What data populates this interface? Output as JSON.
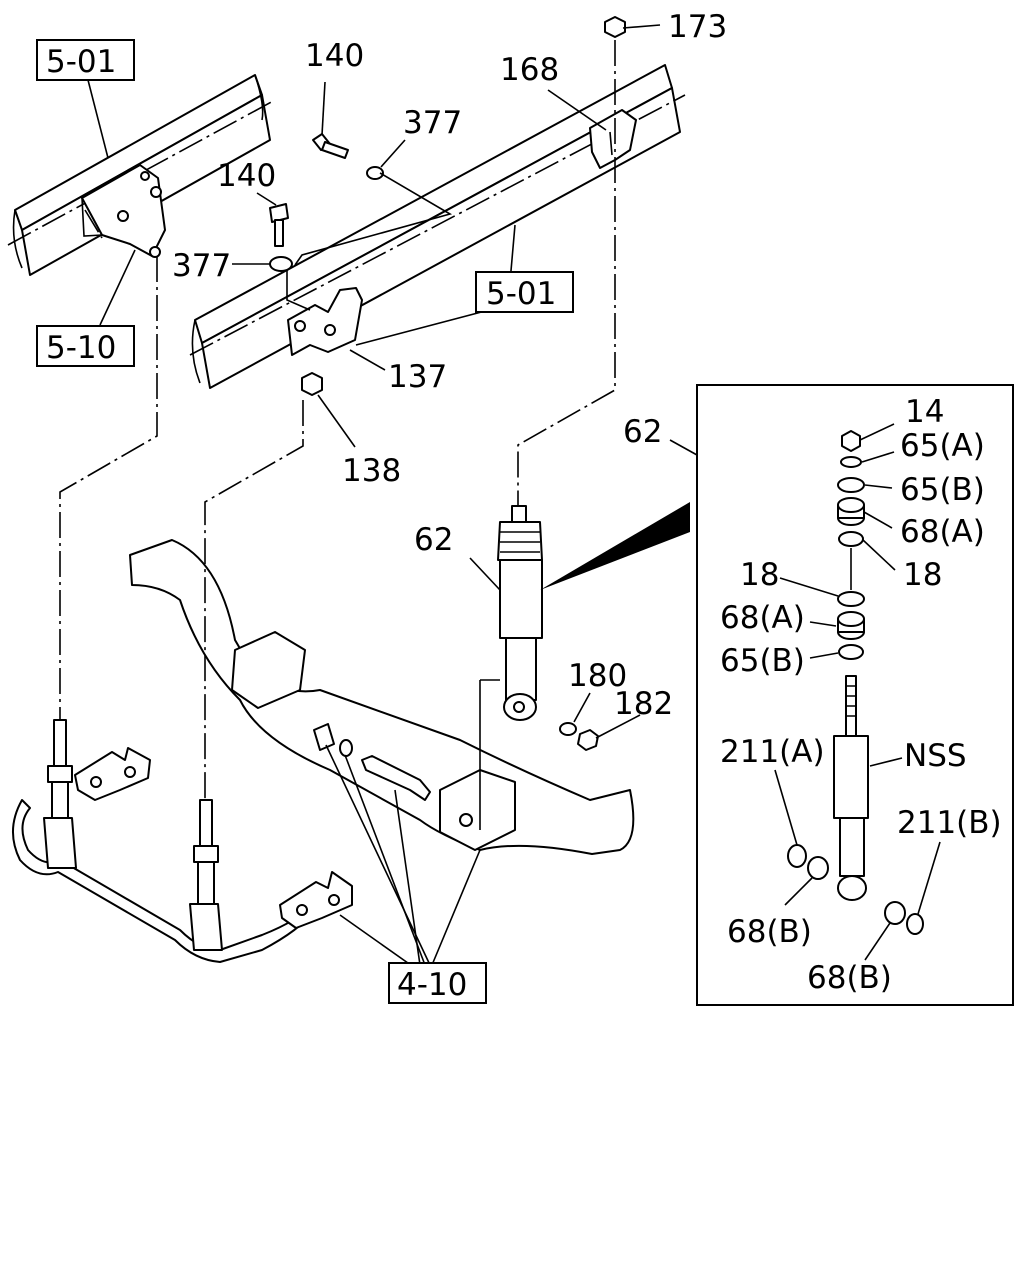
{
  "callouts": {
    "ref_501_top": "5-01",
    "ref_501_mid": "5-01",
    "ref_510": "5-10",
    "ref_410": "4-10",
    "p173": "173",
    "p168": "168",
    "p140_top": "140",
    "p377_top": "377",
    "p140_mid": "140",
    "p377_mid": "377",
    "p137": "137",
    "p138": "138",
    "p62_main": "62",
    "p180": "180",
    "p182": "182"
  },
  "detail": {
    "p62": "62",
    "p14": "14",
    "p65a_1": "65(A)",
    "p65b_1": "65(B)",
    "p68a_1": "68(A)",
    "p18_1": "18",
    "p18_2": "18",
    "p68a_2": "68(A)",
    "p65b_2": "65(B)",
    "p211a": "211(A)",
    "nss": "NSS",
    "p211b": "211(B)",
    "p68b_1": "68(B)",
    "p68b_2": "68(B)"
  }
}
